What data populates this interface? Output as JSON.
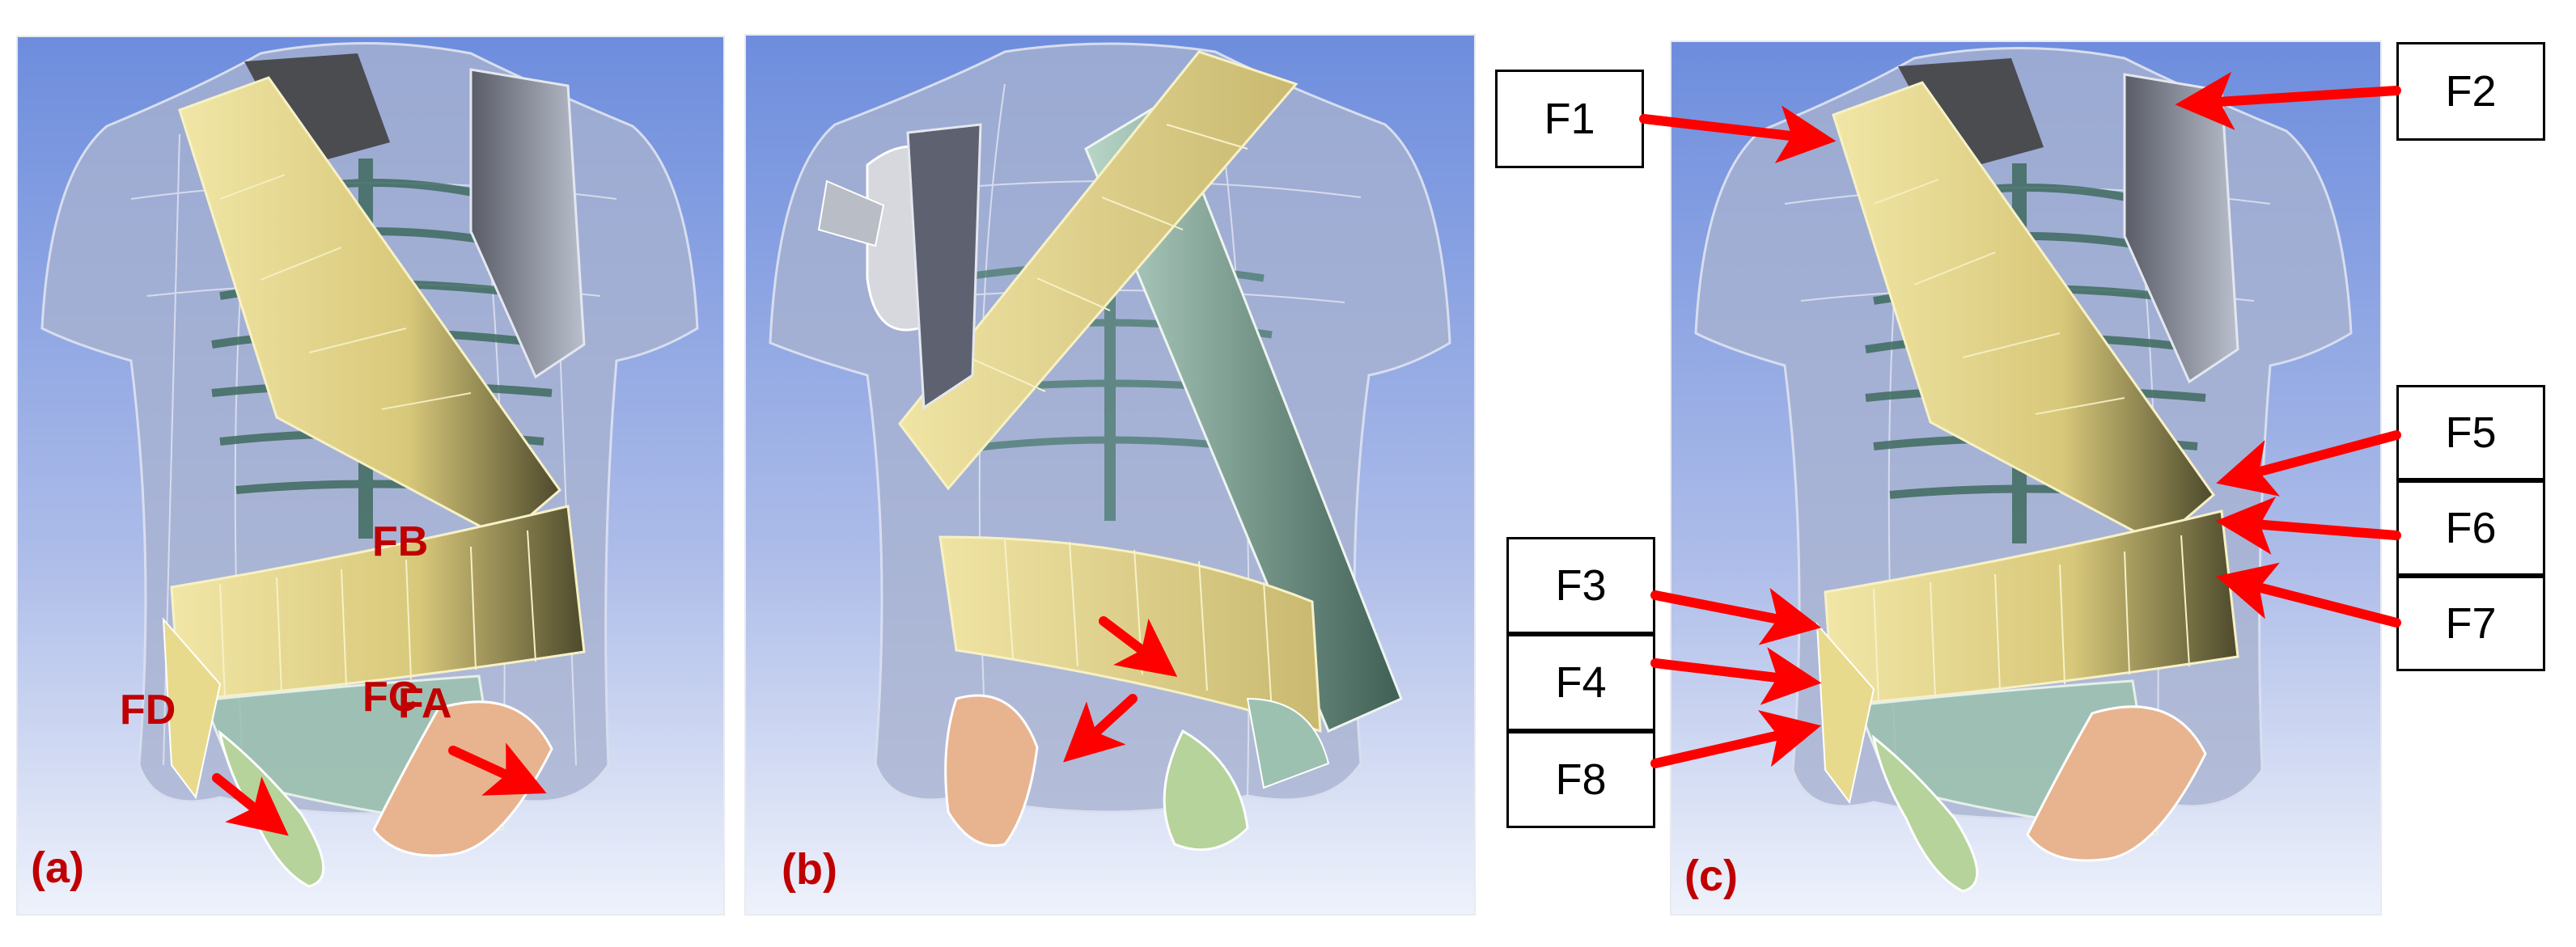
{
  "panels": {
    "a": {
      "letter": "(a)",
      "forces": [
        "FD",
        "FC"
      ]
    },
    "b": {
      "letter": "(b)",
      "forces": [
        "FB",
        "FA"
      ]
    },
    "c": {
      "letter": "(c)"
    }
  },
  "callouts": [
    "F1",
    "F2",
    "F3",
    "F4",
    "F5",
    "F6",
    "F7",
    "F8"
  ],
  "colors": {
    "background_top": "#6f8ede",
    "background_bottom": "#eef2fb",
    "torso": "#a9b3cf",
    "brace_yellow": "#e8da8c",
    "brace_green": "#9fc2b2",
    "pelvis": "#e6b28c",
    "arrow": "#ff0000",
    "label": "#c00000"
  }
}
